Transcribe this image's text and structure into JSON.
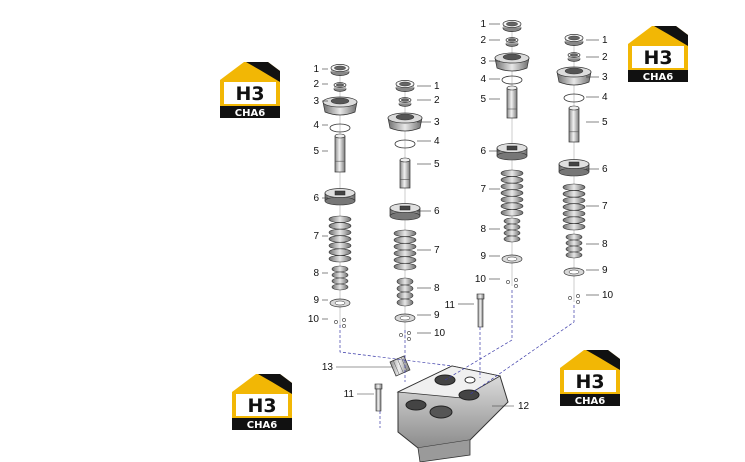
{
  "logos": [
    {
      "text_top": "H3",
      "text_bottom": "CHA6"
    },
    {
      "text_top": "H3",
      "text_bottom": "CHA6"
    },
    {
      "text_top": "H3",
      "text_bottom": "CHA6"
    },
    {
      "text_top": "H3",
      "text_bottom": "CHA6"
    }
  ],
  "callouts": {
    "c1": [
      "1",
      "2",
      "3",
      "4",
      "5",
      "6",
      "7",
      "8",
      "9",
      "10"
    ],
    "c2": [
      "1",
      "2",
      "3",
      "4",
      "5",
      "6",
      "7",
      "8",
      "9",
      "10"
    ],
    "c3": [
      "1",
      "2",
      "3",
      "4",
      "5",
      "6",
      "7",
      "8",
      "9",
      "10",
      "11"
    ],
    "c4": [
      "1",
      "2",
      "3",
      "4",
      "5",
      "6",
      "7",
      "8",
      "9",
      "10"
    ],
    "base": [
      "11",
      "12",
      "13"
    ]
  },
  "colors": {
    "logo_yellow": "#f2b705",
    "logo_black": "#111111",
    "line": "#333333",
    "leader_dash": "#3a3aa8"
  }
}
